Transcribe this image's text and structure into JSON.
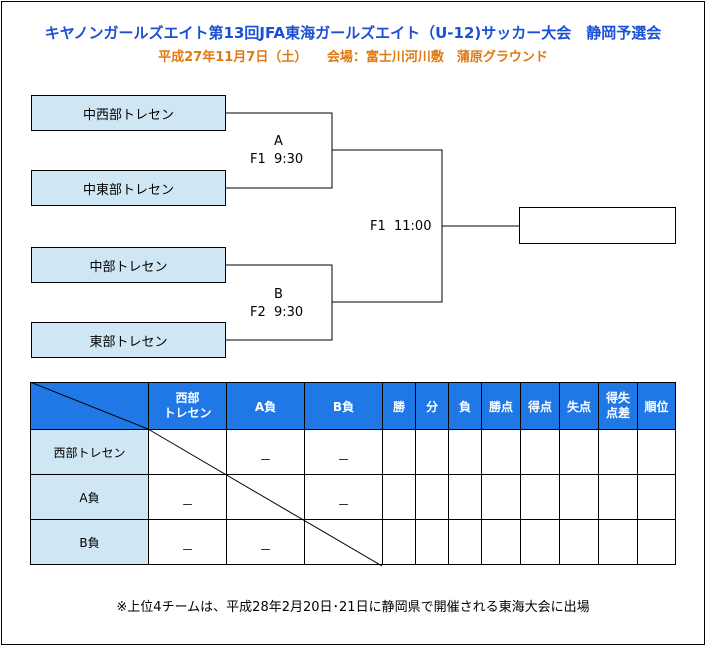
{
  "title": "キヤノンガールズエイト第13回JFA東海ガールズエイト（U-12)サッカー大会　静岡予選会",
  "subtitle": "平成27年11月7日（土）　　会場：富士川河川敷　蒲原グラウンド",
  "bracket": {
    "teams": [
      "中西部トレセン",
      "中東部トレセン",
      "中部トレセン",
      "東部トレセン"
    ],
    "match_a": {
      "name": "A",
      "info": "F1  9:30"
    },
    "match_b": {
      "name": "B",
      "info": "F2  9:30"
    },
    "final": {
      "info": "F1  11:00"
    }
  },
  "table": {
    "col_headers": [
      "西部\nトレセン",
      "A負",
      "B負",
      "勝",
      "分",
      "負",
      "勝点",
      "得点",
      "失点",
      "得失\n点差",
      "順位"
    ],
    "rows": [
      {
        "label": "西部トレセン",
        "cells": [
          "",
          "－",
          "－",
          "",
          "",
          "",
          "",
          "",
          "",
          "",
          ""
        ]
      },
      {
        "label": "A負",
        "cells": [
          "－",
          "",
          "－",
          "",
          "",
          "",
          "",
          "",
          "",
          "",
          ""
        ]
      },
      {
        "label": "B負",
        "cells": [
          "－",
          "－",
          "",
          "",
          "",
          "",
          "",
          "",
          "",
          "",
          ""
        ]
      }
    ]
  },
  "note": "※上位4チームは、平成28年2月20日･21日に静岡県で開催される東海大会に出場",
  "colors": {
    "title": "#1a4fd6",
    "subtitle": "#e07a10",
    "team_box": "#cfe7f5",
    "header": "#1f78e6"
  }
}
